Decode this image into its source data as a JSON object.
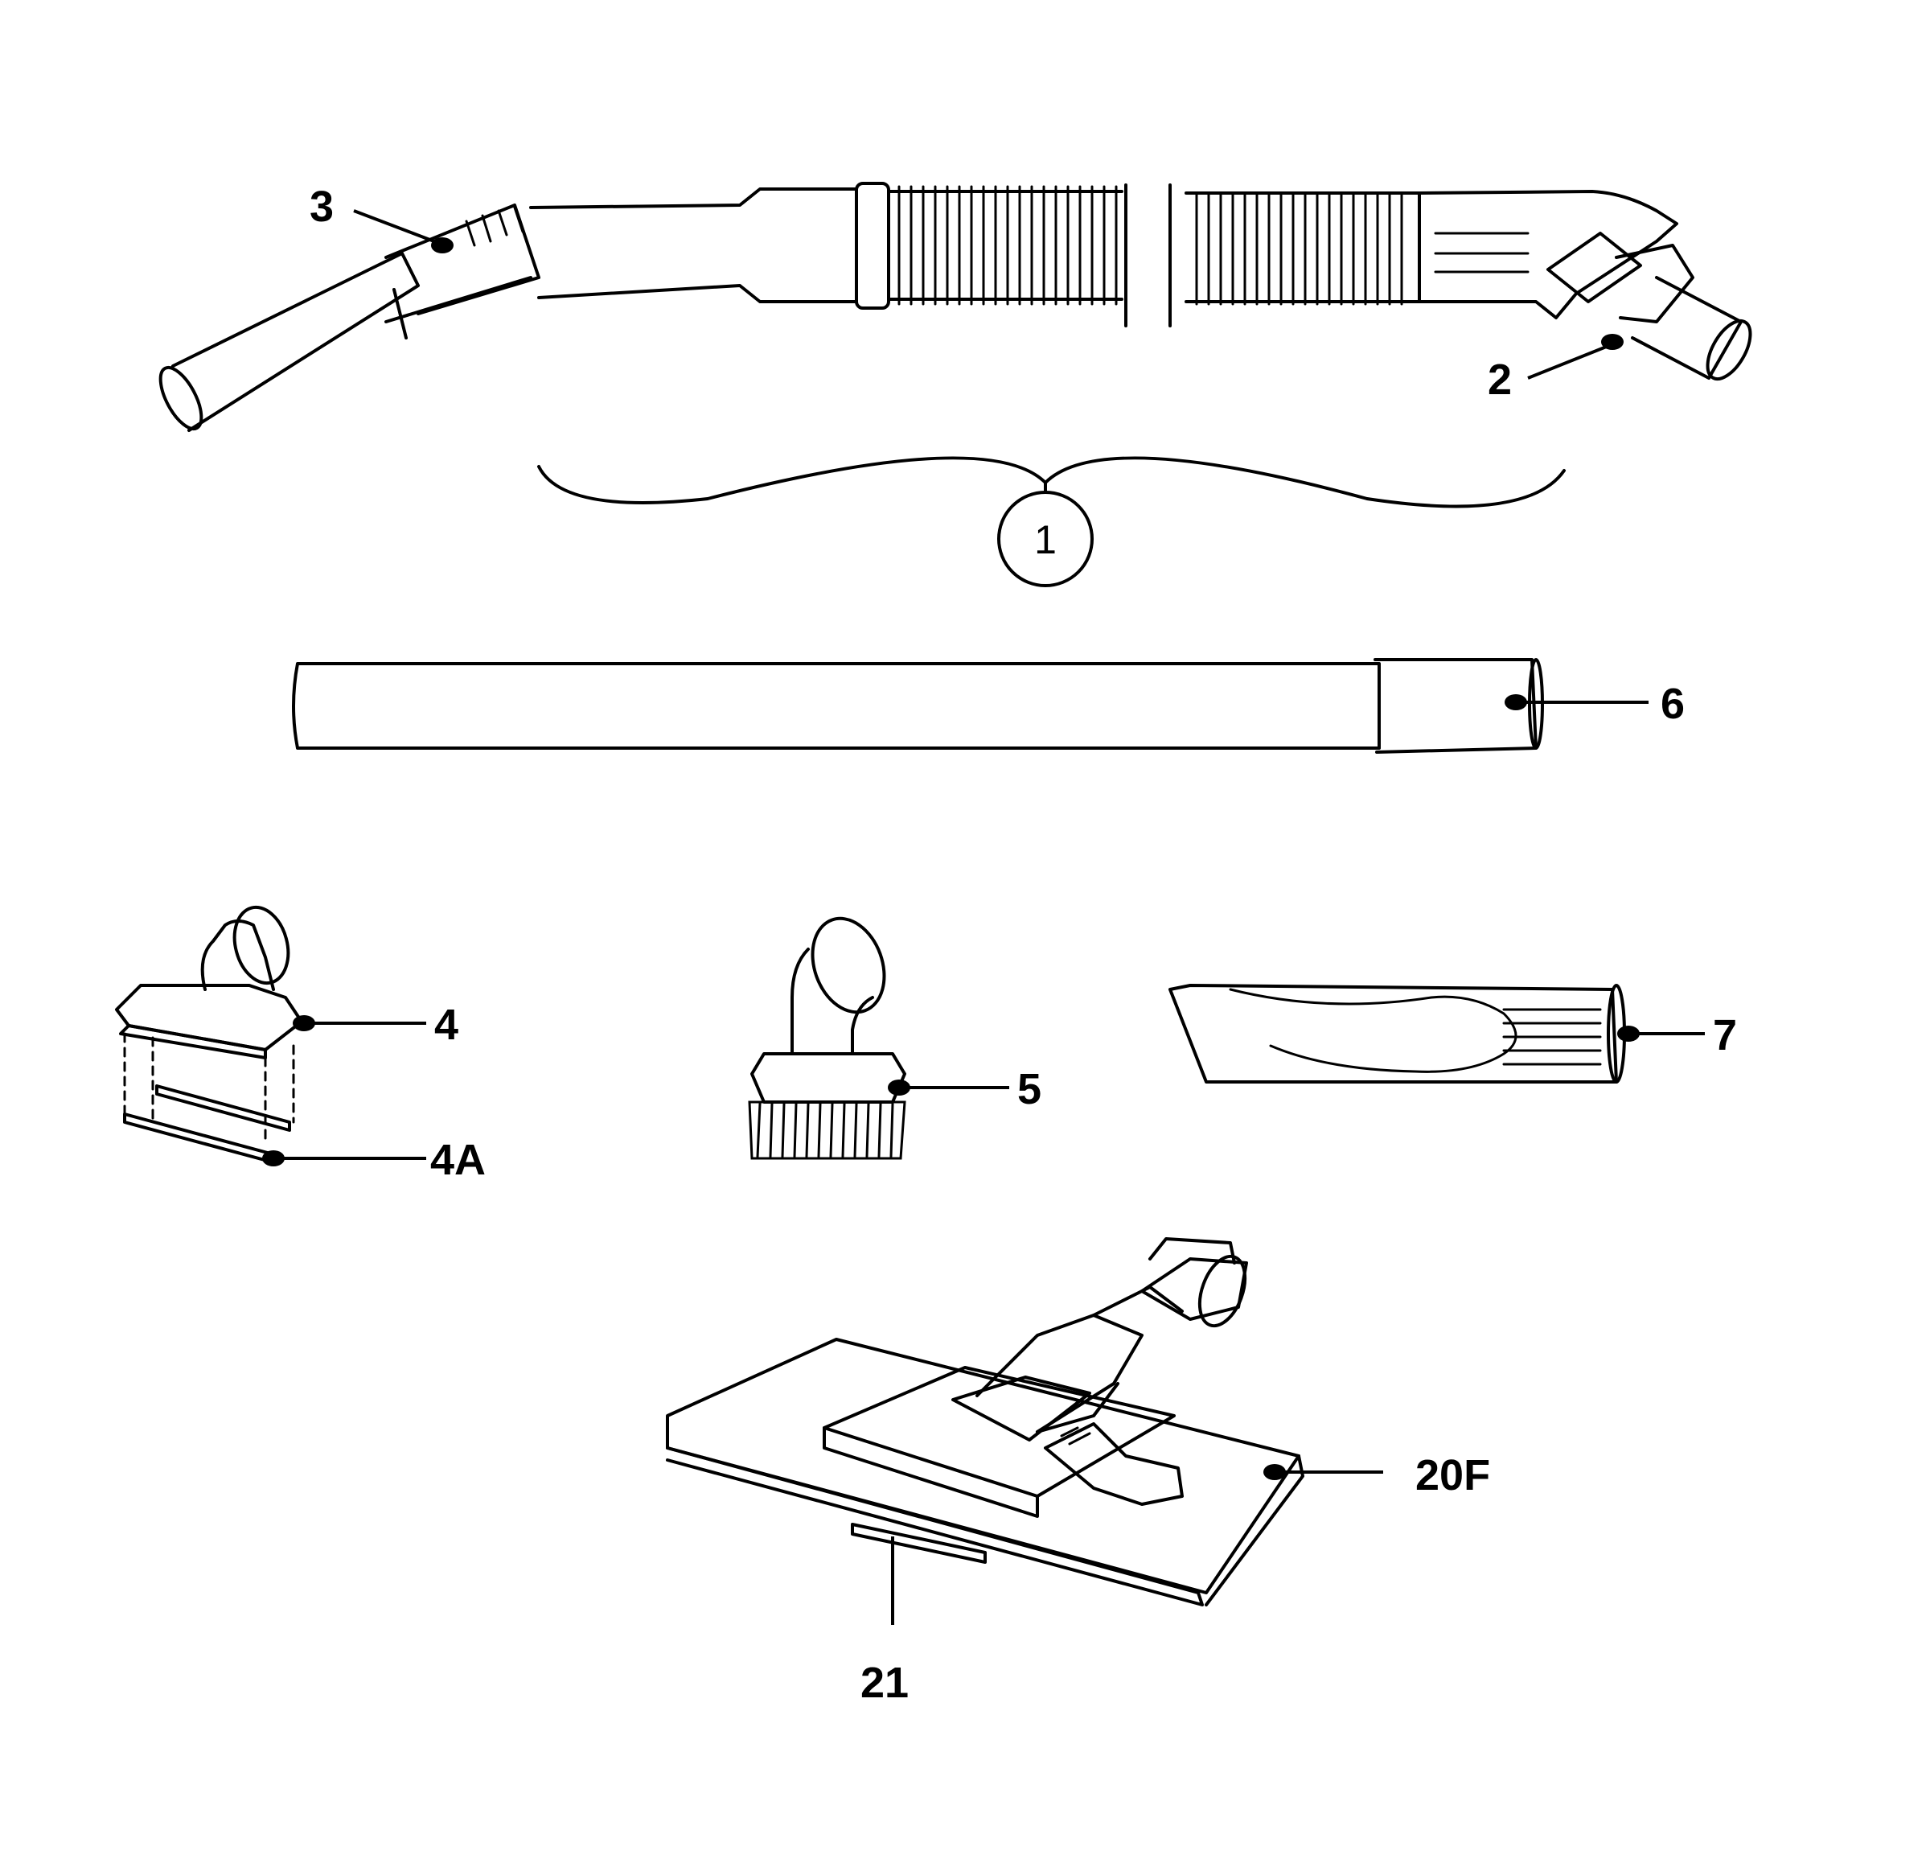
{
  "callouts": {
    "c1": "1",
    "c2": "2",
    "c3": "3",
    "c4": "4",
    "c4a": "4A",
    "c5": "5",
    "c6": "6",
    "c7": "7",
    "c20f": "20F",
    "c21": "21"
  },
  "parts": [
    {
      "callout": "1",
      "item": "hose assembly"
    },
    {
      "callout": "2",
      "item": "hose end fitting"
    },
    {
      "callout": "3",
      "item": "hose handle"
    },
    {
      "callout": "4",
      "item": "upholstery nozzle"
    },
    {
      "callout": "4A",
      "item": "upholstery nozzle strip"
    },
    {
      "callout": "5",
      "item": "dusting brush"
    },
    {
      "callout": "6",
      "item": "extension wand"
    },
    {
      "callout": "7",
      "item": "crevice tool"
    },
    {
      "callout": "20F",
      "item": "floor nozzle"
    },
    {
      "callout": "21",
      "item": "floor nozzle strip"
    }
  ]
}
